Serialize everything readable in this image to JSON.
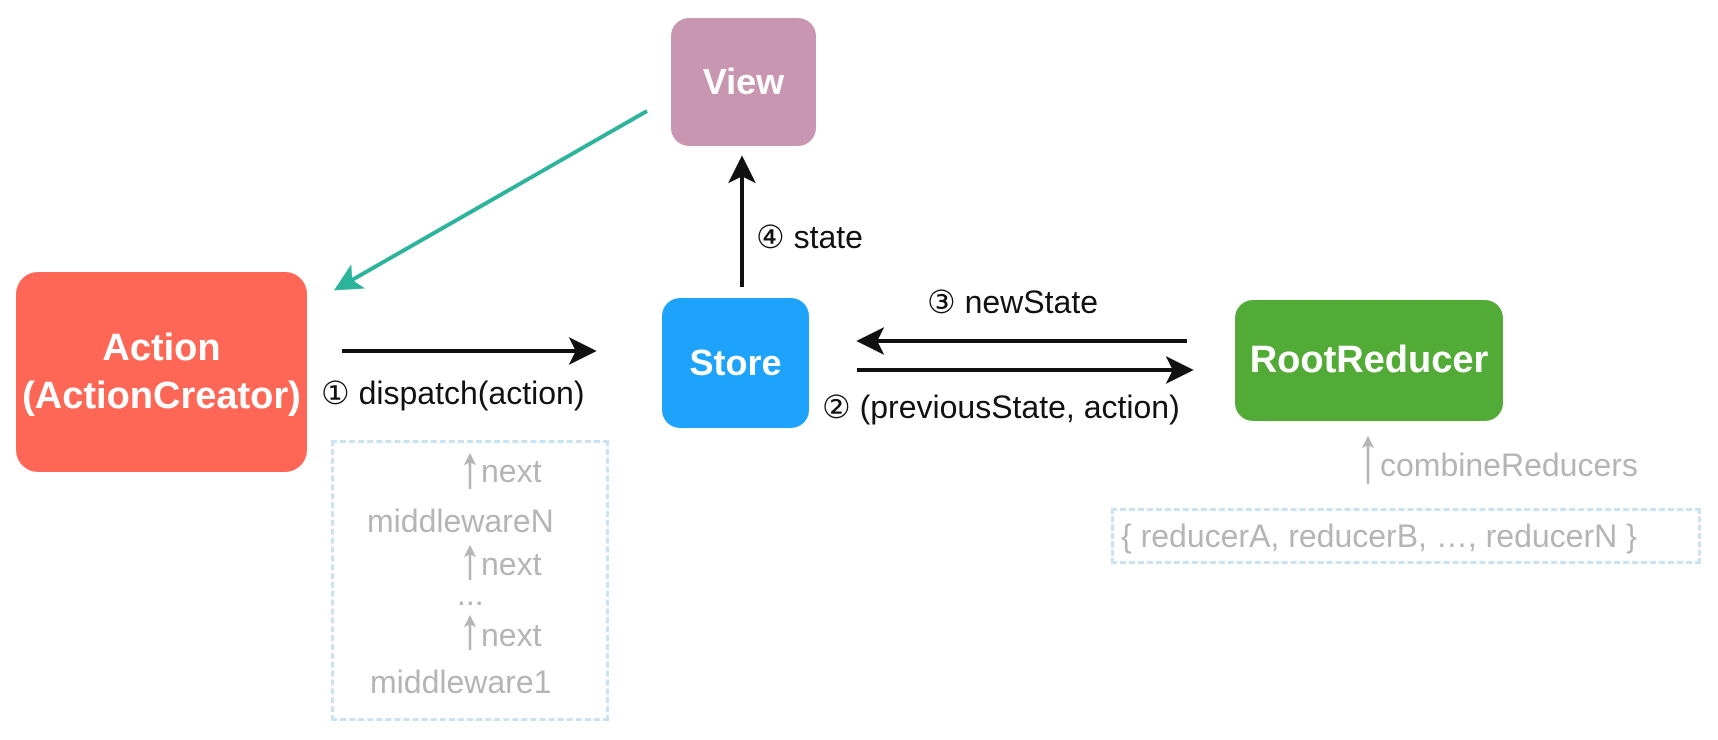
{
  "nodes": {
    "action": {
      "label_line1": "Action",
      "label_line2": "(ActionCreator)",
      "color": "#fe6655"
    },
    "view": {
      "label": "View",
      "color": "#c896b1"
    },
    "store": {
      "label": "Store",
      "color": "#1da3fc"
    },
    "reducer": {
      "label": "RootReducer",
      "color": "#53ab37"
    }
  },
  "edges": {
    "dispatch": "① dispatch(action)",
    "reduce": "② (previousState, action)",
    "new_state": "③ newState",
    "state": "④ state"
  },
  "middleware": {
    "next_1": "next",
    "middleware_n": "middlewareN",
    "next_2": "next",
    "ellipsis": "...",
    "next_3": "next",
    "middleware_1": "middleware1"
  },
  "reducers": {
    "combine_label": "combineReducers",
    "list": "{ reducerA, reducerB, …, reducerN }"
  },
  "colors": {
    "feedback_arrow": "#2bb39b",
    "dashed_border": "#c9e3f5",
    "muted_text": "#b5b5b5"
  }
}
